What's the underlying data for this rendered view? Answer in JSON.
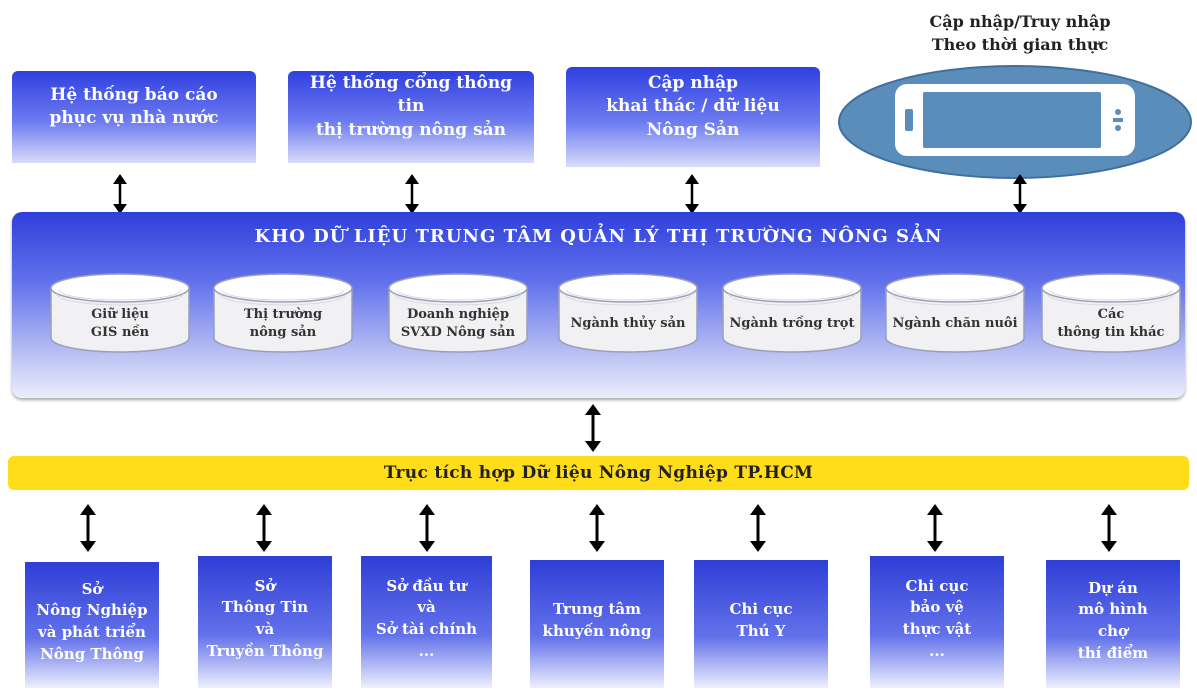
{
  "top_label": "Cập nhập/Truy nhập\nTheo thời gian thực",
  "top_boxes": [
    "Hệ thống báo cáo\nphục vụ nhà nước",
    "Hệ thống cổng thông tin\nthị trường nông sản",
    "Cập nhập\nkhai thác / dữ liệu\nNông Sản"
  ],
  "warehouse": {
    "title": "KHO DỮ LIỆU TRUNG TÂM QUẢN LÝ THỊ TRƯỜNG NÔNG SẢN",
    "databases": [
      "Giữ liệu\nGIS nền",
      "Thị trường\nnông sản",
      "Doanh nghiệp\nSVXD Nông sản",
      "Ngành thủy sản",
      "Ngành trồng trọt",
      "Ngành chăn nuôi",
      "Các\nthông tin khác"
    ]
  },
  "bus": "Trục tích hợp Dữ liệu Nông Nghiệp TP.HCM",
  "bottom_boxes": [
    "Sở\nNông Nghiệp\nvà phát triển\nNông Thông",
    "Sở\nThông Tin\nvà\nTruyền Thông",
    "Sở đầu tư\nvà\nSở tài chính\n...",
    "Trung tâm\nkhuyến nông",
    "Chi cục\nThú Y",
    "Chi cục\nbảo vệ\nthực vật\n...",
    "Dự án\nmô hình\nchợ\nthí điểm"
  ],
  "colors": {
    "box_blue": "#2f40e0",
    "bus_yellow": "#ffdd1a",
    "oval_blue": "#5b8dba"
  }
}
